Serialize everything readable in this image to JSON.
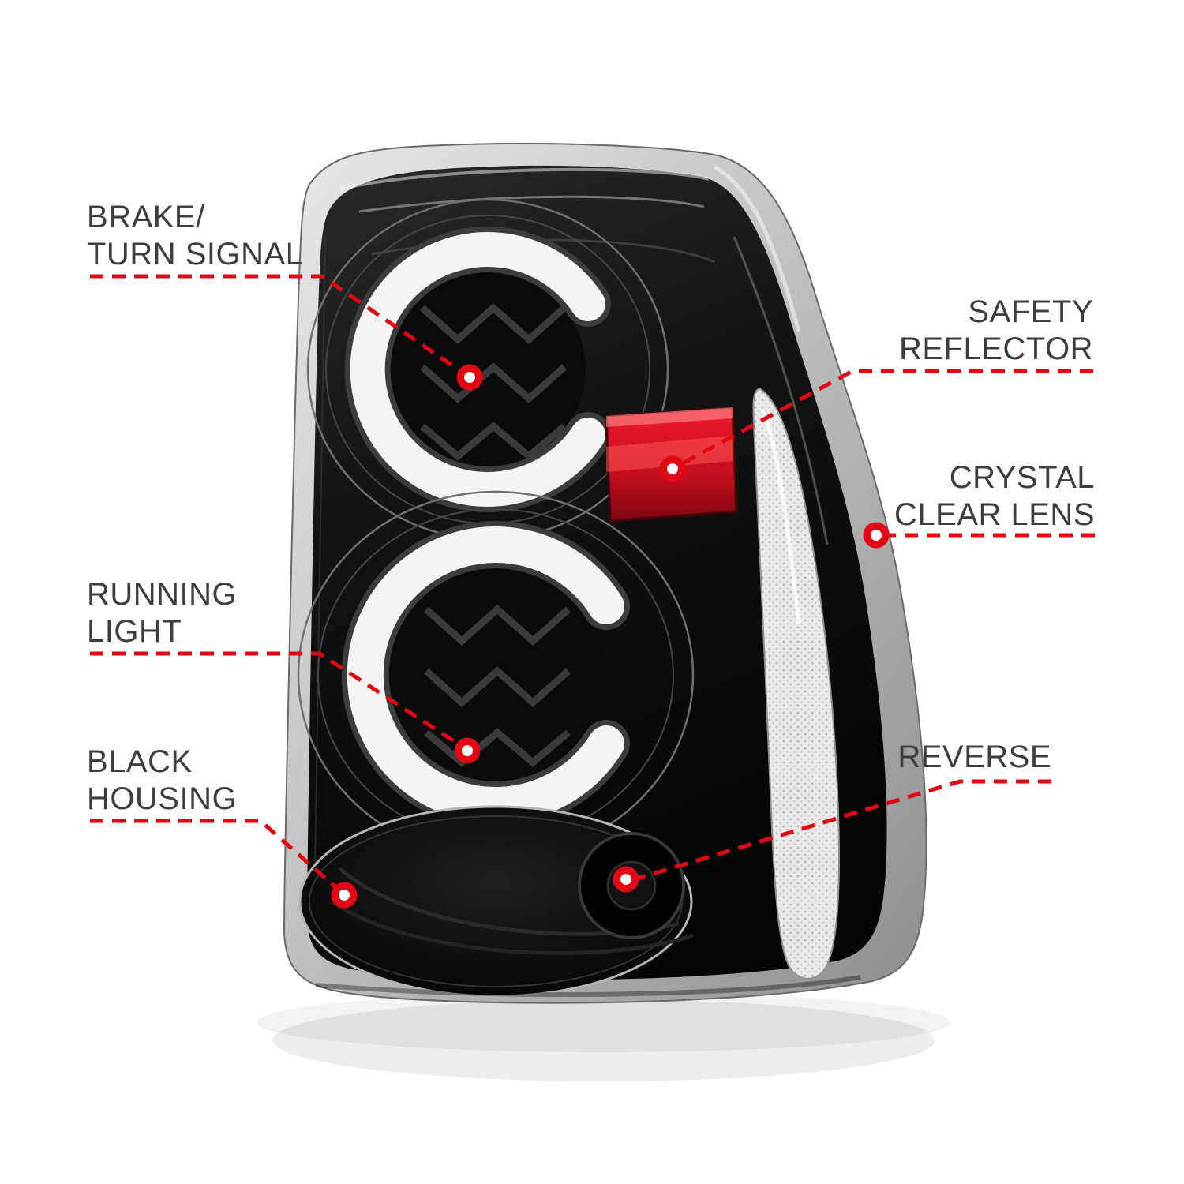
{
  "colors": {
    "accent": "#e30613",
    "label_text": "#3d3d3d",
    "background": "#ffffff"
  },
  "callouts": {
    "brake_turn_signal": {
      "label": "BRAKE/\nTURN SIGNAL"
    },
    "safety_reflector": {
      "label": "SAFETY\nREFLECTOR"
    },
    "crystal_clear_lens": {
      "label": "CRYSTAL\nCLEAR LENS"
    },
    "running_light": {
      "label": "RUNNING\nLIGHT"
    },
    "black_housing": {
      "label": "BLACK\nHOUSING"
    },
    "reverse": {
      "label": "REVERSE"
    }
  }
}
